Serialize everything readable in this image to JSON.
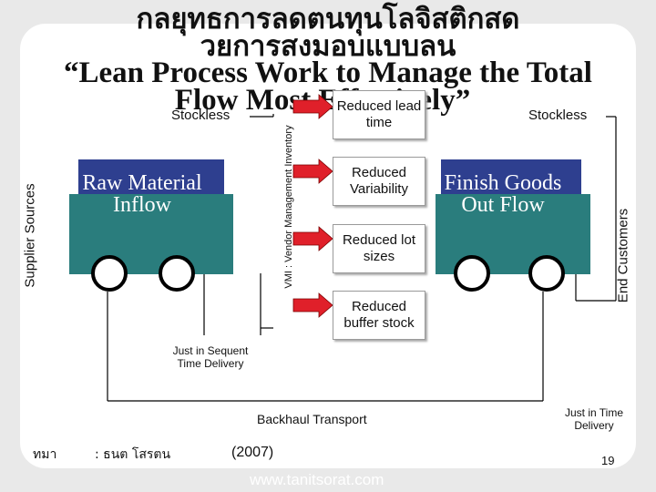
{
  "title_thai_line1": "กลยุทธการลดตนทุนโลจิสติกสด",
  "title_thai_line2": "วยการสงมอบแบบลน",
  "title_en_line1": "“Lean Process Work to Manage the Total",
  "title_en_line2": "Flow Most Effectively”",
  "left_stockless": "Stockless",
  "right_stockless": "Stockless",
  "supplier_label": "Supplier Sources",
  "vmi_label": "VMI : Vendor Management Inventory",
  "end_customers_label": "End Customers",
  "left_truck_text": "Raw Material Inflow",
  "right_truck_text": "Finish Goods Out Flow",
  "benefits": [
    "Reduced lead time",
    "Reduced Variability",
    "Reduced lot sizes",
    "Reduced buffer stock"
  ],
  "jit_sequent": "Just in Sequent Time Delivery",
  "backhaul": "Backhaul Transport",
  "jit_time": "Just in Time Delivery",
  "footer_author_prefix": "ทมา",
  "footer_author": ": ธนต โสรตน",
  "footer_year": "(2007)",
  "page_number": "19",
  "website": "www.tanitsorat.com",
  "colors": {
    "arrow_red": "#e0202a",
    "truck_blue": "#2e3f8f",
    "truck_teal": "#2a7d7d",
    "frame_bg": "#e9e9e9"
  }
}
